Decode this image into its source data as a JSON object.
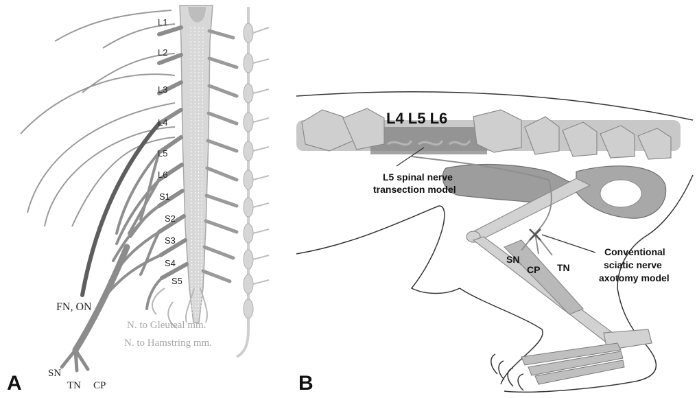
{
  "panel_a": {
    "letter": "A",
    "vertebral_labels": [
      "L1",
      "L2",
      "L3",
      "L4",
      "L5",
      "L6",
      "S1",
      "S2",
      "S3",
      "S4",
      "S5"
    ],
    "fn_on": "FN, ON",
    "gluteal": "N. to Gleuteal mm.",
    "hamstring": "N. to Hamstring mm.",
    "sn": "SN",
    "tn": "TN",
    "cp": "CP"
  },
  "panel_b": {
    "letter": "B",
    "vertebrae_title": "L4 L5 L6",
    "model1_line1": "L5 spinal nerve",
    "model1_line2": "transection model",
    "model2_line1": "Conventional",
    "model2_line2": "sciatic nerve",
    "model2_line3": "axotomy model",
    "sn": "SN",
    "cp": "CP",
    "tn": "TN"
  },
  "colors": {
    "cord": "#d6d6d6",
    "nerve": "#8c8c8c",
    "nerve_dark": "#5e5e5e",
    "bone": "#cfcfcf",
    "outline": "#333333"
  }
}
